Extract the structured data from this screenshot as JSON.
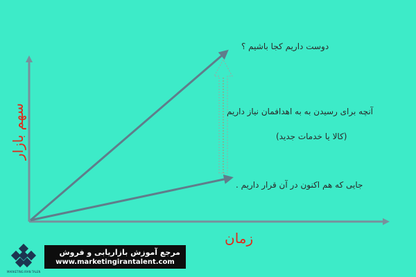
{
  "labels": {
    "goal": "دوست داریم کجا باشیم ؟",
    "needs": "آنچه برای رسیدن به به اهدافمان نیاز داریم",
    "product": "(کالا یا خدمات جدید)",
    "current": "جایی که هم اکنون در آن قرار داریم .",
    "x_axis": "زمان",
    "y_axis": "سهم بازار"
  },
  "footer": {
    "title": "مرجع آموزش بازاریابی و فروش",
    "url": "www.marketingirantalent.com",
    "logo_caption": "MARKETING IRAN TALENT"
  },
  "colors": {
    "background": "#3debc8",
    "arrow": "#607d8b",
    "axis": "#78909c",
    "label_red": "#e02a1b",
    "banner": "#0d0d0d",
    "logo": "#1c3550"
  }
}
